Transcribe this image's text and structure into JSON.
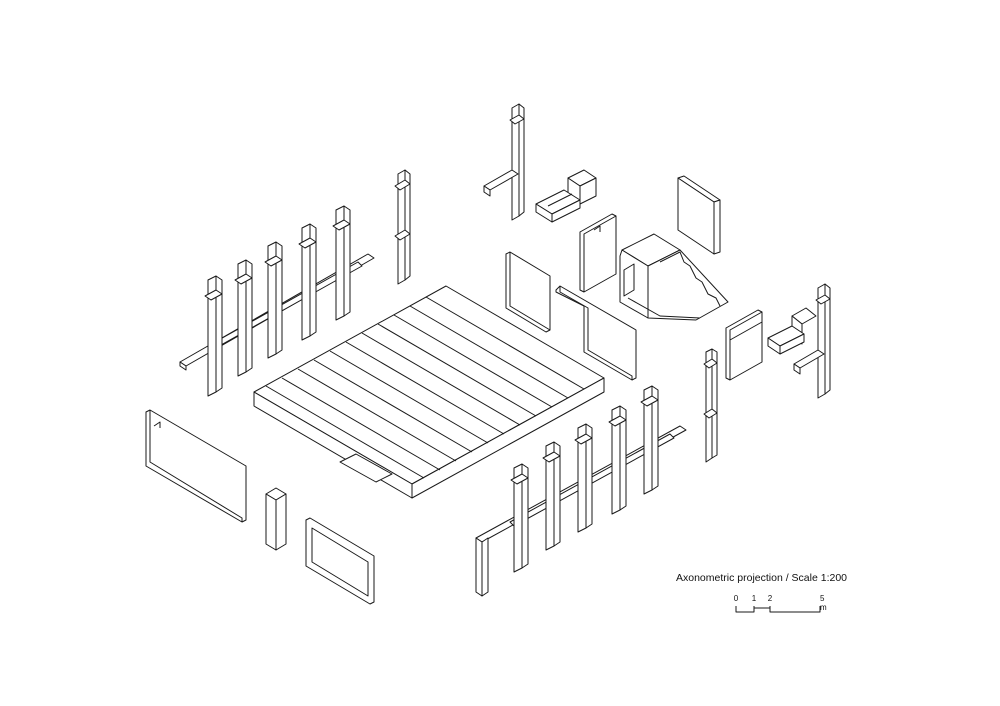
{
  "caption": "Axonometric projection / Scale 1:200",
  "scale_bar": {
    "labels": [
      "0",
      "1",
      "2",
      "5 m"
    ]
  },
  "colors": {
    "line": "#1a1a1a",
    "background": "#ffffff"
  }
}
